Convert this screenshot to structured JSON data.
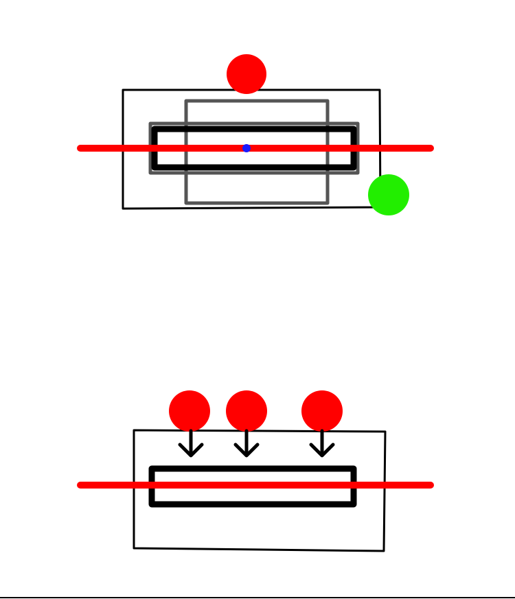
{
  "colors": {
    "background": "#ffffff",
    "red": "#ff0000",
    "black": "#000000",
    "gray": "#555555",
    "green": "#22ee00",
    "blue": "#1a1aff"
  },
  "top_diagram": {
    "elements": [
      "red-horizontal-line",
      "outer-frame",
      "gray-vertical-rect",
      "gray-horizontal-rect",
      "black-bar",
      "red-circle-top",
      "blue-center-dot",
      "green-circle-corner"
    ]
  },
  "bottom_diagram": {
    "elements": [
      "outer-frame",
      "black-bar",
      "red-horizontal-line",
      "red-circle",
      "down-arrow"
    ],
    "circle_count": 3
  }
}
